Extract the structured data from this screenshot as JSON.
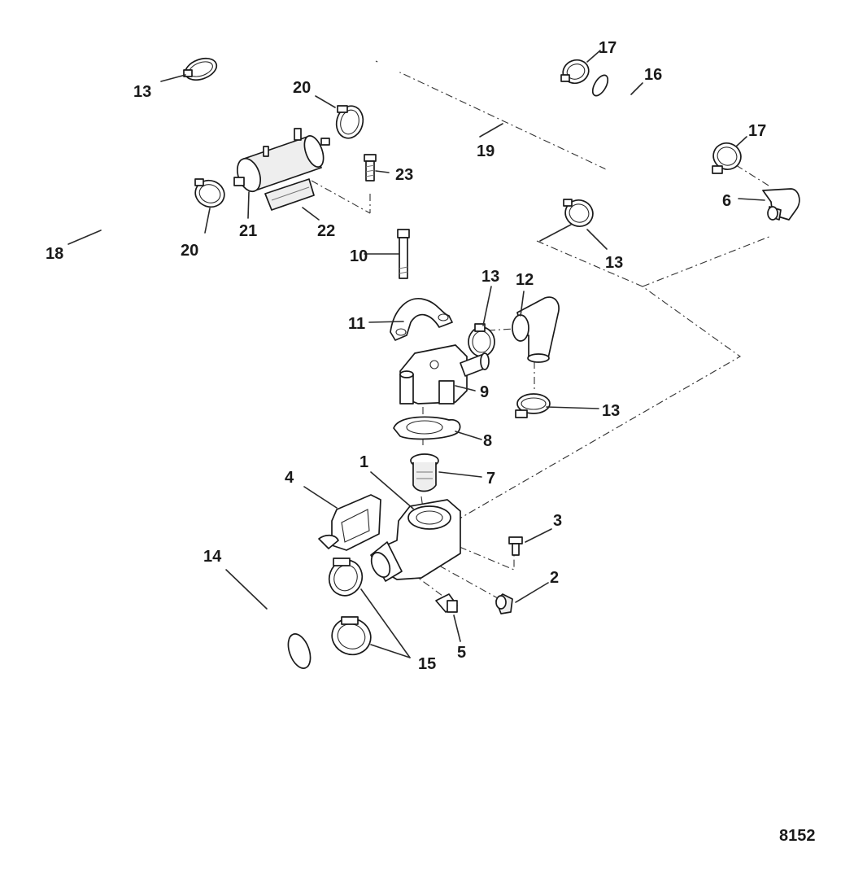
{
  "figure_number": "8152",
  "callouts": {
    "c1": "1",
    "c2": "2",
    "c3": "3",
    "c4": "4",
    "c5": "5",
    "c6": "6",
    "c7": "7",
    "c8": "8",
    "c9": "9",
    "c10": "10",
    "c11": "11",
    "c12": "12",
    "c13a": "13",
    "c13b": "13",
    "c13c": "13",
    "c13d": "13",
    "c14": "14",
    "c15": "15",
    "c16": "16",
    "c17a": "17",
    "c17b": "17",
    "c18": "18",
    "c19": "19",
    "c20a": "20",
    "c20b": "20",
    "c21": "21",
    "c22": "22",
    "c23": "23"
  }
}
